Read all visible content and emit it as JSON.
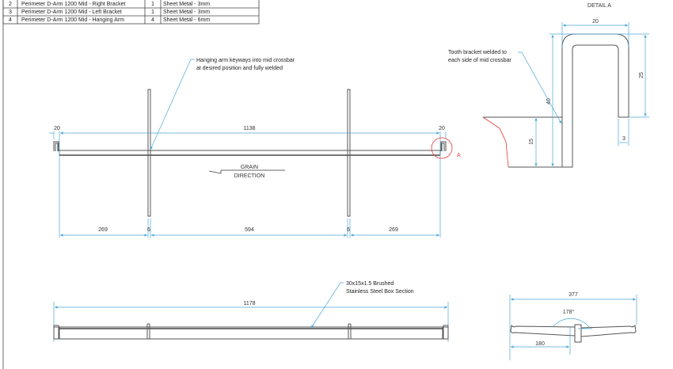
{
  "parts_table": {
    "rows": [
      {
        "item": "2",
        "description": "Perimeter D-Arm 1200 Mid - Right Bracket",
        "qty": "1",
        "material": "Sheet Metal - 3mm"
      },
      {
        "item": "3",
        "description": "Perimeter D-Arm 1200 Mid - Left Bracket",
        "qty": "1",
        "material": "Sheet Metal - 3mm"
      },
      {
        "item": "4",
        "description": "Perimeter D-Arm 1200 Mid - Hanging Arm",
        "qty": "4",
        "material": "Sheet Metal - 6mm"
      }
    ]
  },
  "plan_view": {
    "callout": [
      "Hanging arm keyways into mid crossbar",
      "at desired position and fully welded"
    ],
    "dim_overall": "1138",
    "dim_left_end": "20",
    "dim_right_end": "20",
    "dims_bottom": [
      "269",
      "6",
      "594",
      "6",
      "269"
    ],
    "grain": [
      "GRAIN",
      "DIRECTION"
    ],
    "detail_marker": "A"
  },
  "elevation_view": {
    "callout": [
      "30x15x1.5 Brushed",
      "Stainless Steel Box Section"
    ],
    "dim_overall": "1178"
  },
  "detail_a": {
    "title": "DETAIL A",
    "callout": [
      "Tooth bracket welded to",
      "each side of mid crossbar"
    ],
    "dim_width": "20",
    "dim_leg": "25",
    "dim_height": "40",
    "dim_plate": "15",
    "dim_thickness": "3"
  },
  "end_view": {
    "dim_overall": "377",
    "dim_half": "180",
    "angle": "178°"
  },
  "colors": {
    "dimension": "#4aa8d8",
    "detail": "#e53935",
    "line": "#555555"
  }
}
